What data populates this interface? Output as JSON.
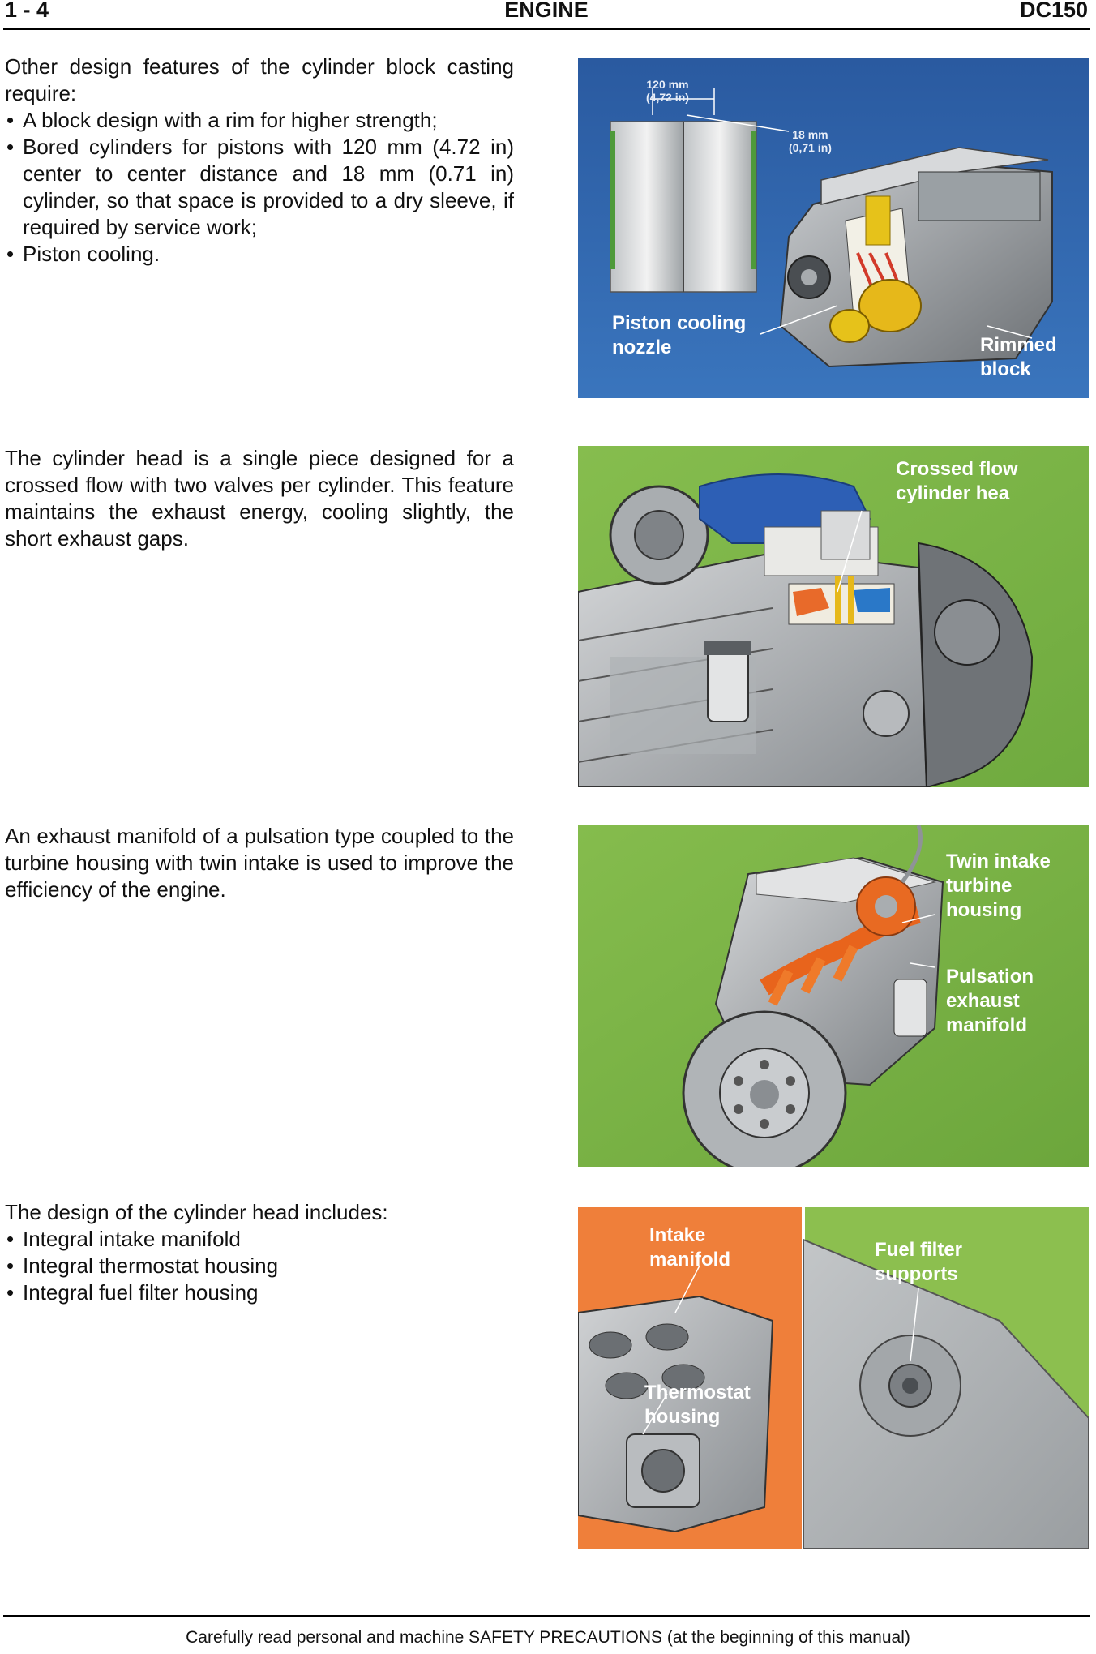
{
  "header": {
    "page_number": "1 - 4",
    "section": "ENGINE",
    "model": "DC150"
  },
  "section1": {
    "intro": "Other design features of the cylinder block casting require:",
    "bullets": [
      "A block design with a rim for higher strength;",
      "Bored cylinders for pistons with 120 mm (4.72 in) center to center distance and 18 mm (0.71 in) cylinder, so that space is provided to a dry sleeve, if required by service work;",
      "Piston cooling."
    ],
    "figure": {
      "background": "#2f63a8",
      "dim1": [
        "120 mm",
        "(4,72 in)"
      ],
      "dim2": [
        "18 mm",
        "(0,71 in)"
      ],
      "label_nozzle": [
        "Piston cooling",
        "nozzle"
      ],
      "label_rim": [
        "Rimmed",
        "block"
      ]
    }
  },
  "section2": {
    "text": "The cylinder head is a single piece designed for a crossed flow with two valves per cylinder. This feature maintains the exhaust energy, cooling slightly, the short exhaust gaps.",
    "figure": {
      "background": "#7fb84a",
      "label": [
        "Crossed flow",
        "cylinder hea"
      ]
    }
  },
  "section3": {
    "text": "An exhaust manifold of a pulsation type coupled to the turbine housing with twin intake is used to improve the efficiency of the engine.",
    "figure": {
      "background": "#7fb84a",
      "label_turbine": [
        "Twin intake",
        "turbine",
        "housing"
      ],
      "label_manifold": [
        "Pulsation",
        "exhaust",
        "manifold"
      ]
    }
  },
  "section4": {
    "intro": "The design of the cylinder head includes:",
    "bullets": [
      "Integral intake manifold",
      "Integral thermostat housing",
      "Integral fuel filter housing"
    ],
    "figure": {
      "left_background": "#ef7f3a",
      "right_background": "#8cbf4f",
      "label_intake": [
        "Intake",
        "manifold"
      ],
      "label_thermostat": [
        "Thermostat",
        "housing"
      ],
      "label_fuel": [
        "Fuel filter",
        "supports"
      ]
    }
  },
  "footer": "Carefully read personal and machine SAFETY PRECAUTIONS (at the beginning of this manual)"
}
